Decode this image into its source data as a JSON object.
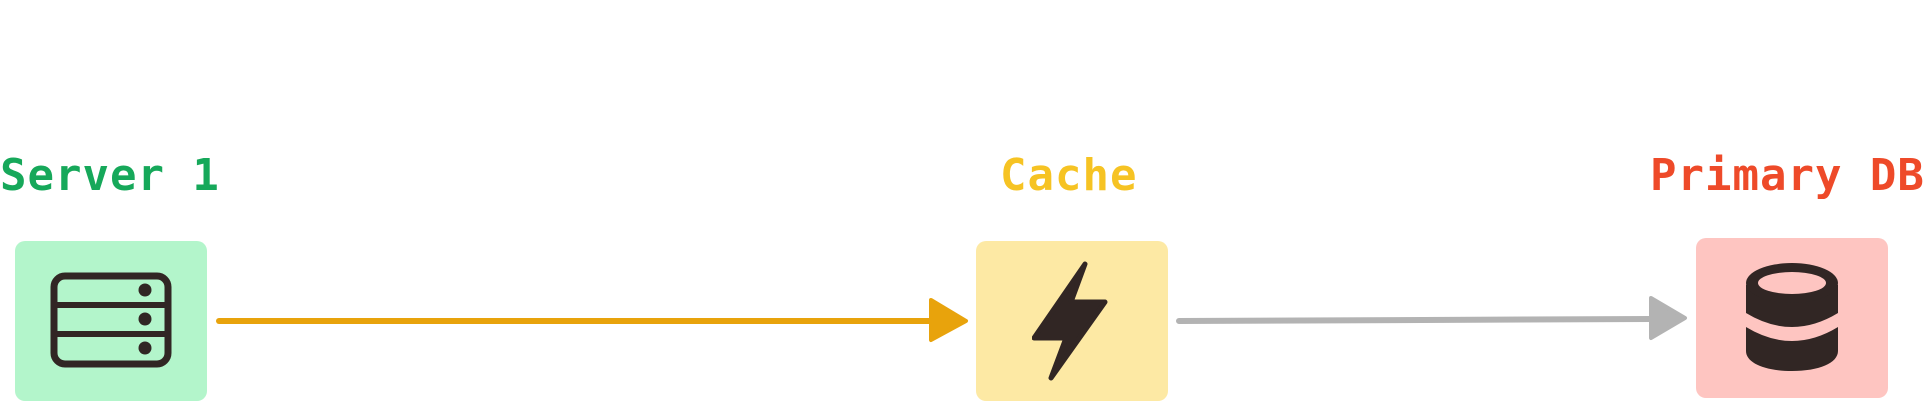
{
  "nodes": [
    {
      "id": "server",
      "label": "Server 1",
      "label_color": "#16a85a",
      "fill": "#b3f5cb",
      "icon": "server-rack-icon"
    },
    {
      "id": "cache",
      "label": "Cache",
      "label_color": "#f6c323",
      "fill": "#fde9a4",
      "icon": "lightning-bolt-icon"
    },
    {
      "id": "db",
      "label": "Primary DB",
      "label_color": "#ee4a29",
      "fill": "#fec5c1",
      "icon": "database-icon"
    }
  ],
  "edges": [
    {
      "from": "server",
      "to": "cache",
      "color": "#e8a30c"
    },
    {
      "from": "cache",
      "to": "db",
      "color": "#b3b3b3"
    }
  ],
  "icon_color": "#312624"
}
